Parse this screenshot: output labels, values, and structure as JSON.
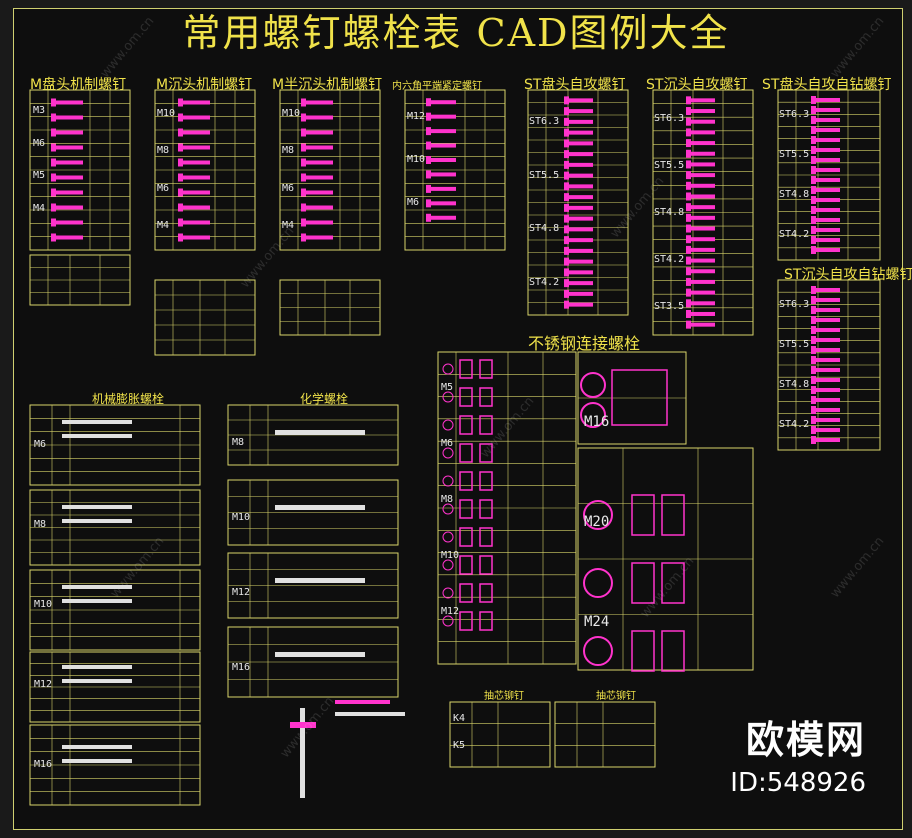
{
  "title": "常用螺钉螺栓表 CAD图例大全",
  "sections": {
    "m_pan_head": "M盘头机制螺钉",
    "m_countersunk": "M沉头机制螺钉",
    "m_semi_countersunk": "M半沉头机制螺钉",
    "hex_socket_flat": "内六角平端紧定螺钉",
    "st_pan_tapping": "ST盘头自攻螺钉",
    "st_countersunk_tapping": "ST沉头自攻螺钉",
    "st_pan_drilling": "ST盘头自攻自钻螺钉",
    "st_countersunk_drilling": "ST沉头自攻自钻螺钉",
    "stainless_bolts": "不锈钢连接螺栓",
    "mechanical_anchor": "机械膨胀螺栓",
    "chemical_anchor": "化学螺栓",
    "nail_a": "抽芯铆钉",
    "nail_b": "抽芯铆钉"
  },
  "sizes": {
    "m_pan": [
      "M3",
      "M6",
      "M5",
      "M4"
    ],
    "m_csk": [
      "M10",
      "M8",
      "M6",
      "M4"
    ],
    "m_semi": [
      "M10",
      "M8",
      "M6",
      "M4"
    ],
    "hex": [
      "M12",
      "M10",
      "M6"
    ],
    "st_pan": [
      "ST6.3",
      "ST5.5",
      "ST4.8",
      "ST4.2"
    ],
    "st_csk": [
      "ST6.3",
      "ST5.5",
      "ST4.8",
      "ST4.2",
      "ST3.5"
    ],
    "st_drill": [
      "ST6.3",
      "ST5.5",
      "ST4.8",
      "ST4.2"
    ],
    "st_drill2": [
      "ST6.3",
      "ST5.5",
      "ST4.8",
      "ST4.2"
    ],
    "stainless": [
      "M5",
      "M6",
      "M8",
      "M10",
      "M12"
    ],
    "stainless_big": [
      "M16",
      "M20",
      "M24"
    ],
    "mech": [
      "M6",
      "M8",
      "M10",
      "M12",
      "M16"
    ],
    "chem": [
      "M8",
      "M10",
      "M12",
      "M16"
    ],
    "rivet": [
      "K4",
      "K5"
    ]
  },
  "brand": {
    "logo": "欧模网",
    "id": "ID:548926",
    "watermark": "www.om.cn"
  },
  "colors": {
    "frame": "#d8d46a",
    "title": "#f0e24a",
    "part": "#ff33cc",
    "background": "#0e0e0e"
  }
}
